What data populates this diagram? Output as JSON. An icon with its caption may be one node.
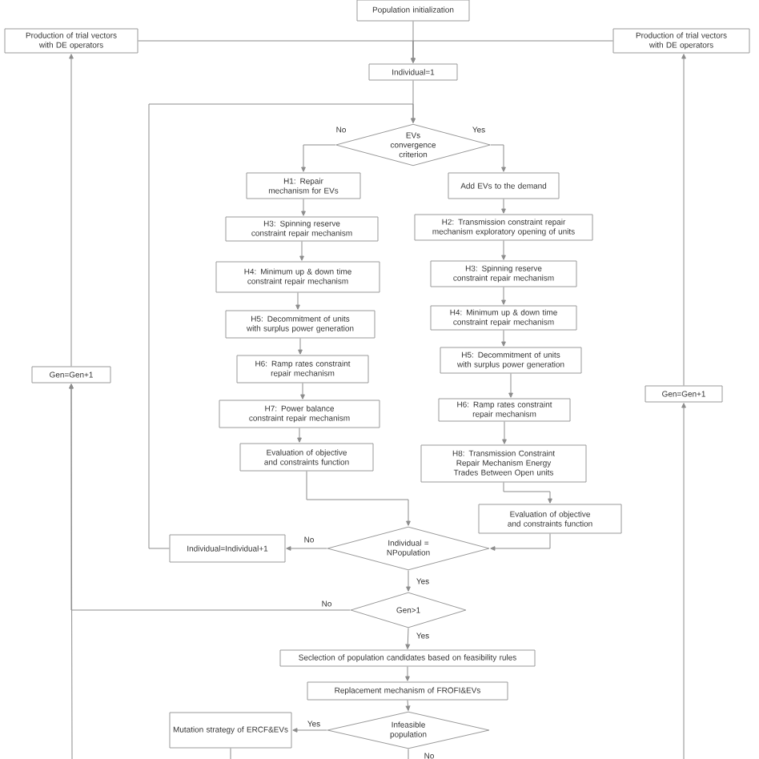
{
  "diagram": {
    "nodes": [
      {
        "text": [
          "Population initialization"
        ]
      },
      {
        "text": [
          "Production of trial vectors with DE operators"
        ]
      },
      {
        "text": [
          "Production of trial vectors with DE operators"
        ]
      },
      {
        "text": [
          "Individual=1"
        ]
      },
      {
        "text": [
          "EVs convergence criterion"
        ]
      },
      {
        "text": [
          "H1: Repair mechanism for EVs"
        ]
      },
      {
        "text": [
          "Add EVs to the demand"
        ]
      },
      {
        "text": [
          "H3: Spinning reserve constraint repair mechanism"
        ]
      },
      {
        "text": [
          "H4: Minimum up & down time constraint repair mechanism"
        ]
      },
      {
        "text": [
          "H5: Decommitment of units with surplus power generation"
        ]
      },
      {
        "text": [
          "H6: Ramp rates constraint repair mechanism"
        ]
      },
      {
        "text": [
          "H7: Power balance constraint repair mechanism"
        ]
      },
      {
        "text": [
          "Evaluation of objective and constraints function"
        ]
      },
      {
        "text": [
          "H2: Transmission constraint repair mechanism exploratory opening of units"
        ]
      },
      {
        "text": [
          "H3: Spinning reserve constraint repair mechanism"
        ]
      },
      {
        "text": [
          "H4: Minimum up & down time constraint repair mechanism"
        ]
      },
      {
        "text": [
          "H5: Decommitment of units with surplus power generation"
        ]
      },
      {
        "text": [
          "H6: Ramp rates constraint repair mechanism"
        ]
      },
      {
        "text": [
          "H8: Transmission Constraint Repair Mechanism Energy Trades Between Open units"
        ]
      },
      {
        "text": [
          "Evaluation of objective and constraints function"
        ]
      },
      {
        "text": [
          "Individual = NPopulation"
        ]
      },
      {
        "text": [
          "Individual=Individual+1"
        ]
      },
      {
        "text": [
          "Gen=Gen+1"
        ]
      },
      {
        "text": [
          "Gen=Gen+1"
        ]
      },
      {
        "text": [
          "Gen>1"
        ]
      },
      {
        "text": [
          "Seclection of population candidates based on feasibility rules"
        ]
      },
      {
        "text": [
          "Replacement mechanism of FROFI&EVs"
        ]
      },
      {
        "text": [
          "Infeasible population"
        ]
      },
      {
        "text": [
          "Mutation strategy of ERCF&EVs"
        ]
      }
    ],
    "edges": [
      {
        "from": 0,
        "to": 3,
        "arrow": "to"
      },
      {
        "from": 1,
        "to": 3,
        "arrow": "to"
      },
      {
        "from": 2,
        "to": 3,
        "arrow": "to"
      },
      {
        "from": 3,
        "to": 4,
        "arrow": "to"
      },
      {
        "from": 4,
        "to": 5,
        "arrow": "to",
        "label": "No"
      },
      {
        "from": 4,
        "to": 6,
        "arrow": "to",
        "label": "Yes"
      },
      {
        "from": 5,
        "to": 7,
        "arrow": "to"
      },
      {
        "from": 7,
        "to": 8,
        "arrow": "to"
      },
      {
        "from": 8,
        "to": 9,
        "arrow": "to"
      },
      {
        "from": 9,
        "to": 10,
        "arrow": "to"
      },
      {
        "from": 10,
        "to": 11,
        "arrow": "to"
      },
      {
        "from": 11,
        "to": 12,
        "arrow": "to"
      },
      {
        "from": 6,
        "to": 13,
        "arrow": "to"
      },
      {
        "from": 13,
        "to": 14,
        "arrow": "to"
      },
      {
        "from": 14,
        "to": 15,
        "arrow": "to"
      },
      {
        "from": 15,
        "to": 16,
        "arrow": "to"
      },
      {
        "from": 16,
        "to": 17,
        "arrow": "to"
      },
      {
        "from": 17,
        "to": 18,
        "arrow": "to"
      },
      {
        "from": 18,
        "to": 19,
        "arrow": "to"
      },
      {
        "from": 12,
        "to": 20,
        "arrow": "to"
      },
      {
        "from": 19,
        "to": 20,
        "arrow": "to"
      },
      {
        "from": 20,
        "to": 21,
        "arrow": "to",
        "label": "No"
      },
      {
        "from": 21,
        "to": 4,
        "arrow": "to"
      },
      {
        "from": 20,
        "to": 24,
        "arrow": "to",
        "label": "Yes"
      },
      {
        "from": 24,
        "to": 22,
        "arrow": "to",
        "label": "No"
      },
      {
        "from": 22,
        "to": 1,
        "arrow": "to"
      },
      {
        "from": null,
        "to": 22,
        "arrow": "to"
      },
      {
        "from": null,
        "to": 23,
        "arrow": "to"
      },
      {
        "from": 23,
        "to": 2,
        "arrow": "to"
      },
      {
        "from": 24,
        "to": 25,
        "arrow": "to",
        "label": "Yes"
      },
      {
        "from": 25,
        "to": 26,
        "arrow": "to"
      },
      {
        "from": 26,
        "to": 27,
        "arrow": "to"
      },
      {
        "from": 27,
        "to": 28,
        "arrow": "to",
        "label": "Yes"
      },
      {
        "from": 27,
        "to": null,
        "arrow": "none",
        "label": "No"
      },
      {
        "from": 28,
        "to": null,
        "arrow": "none"
      }
    ]
  }
}
